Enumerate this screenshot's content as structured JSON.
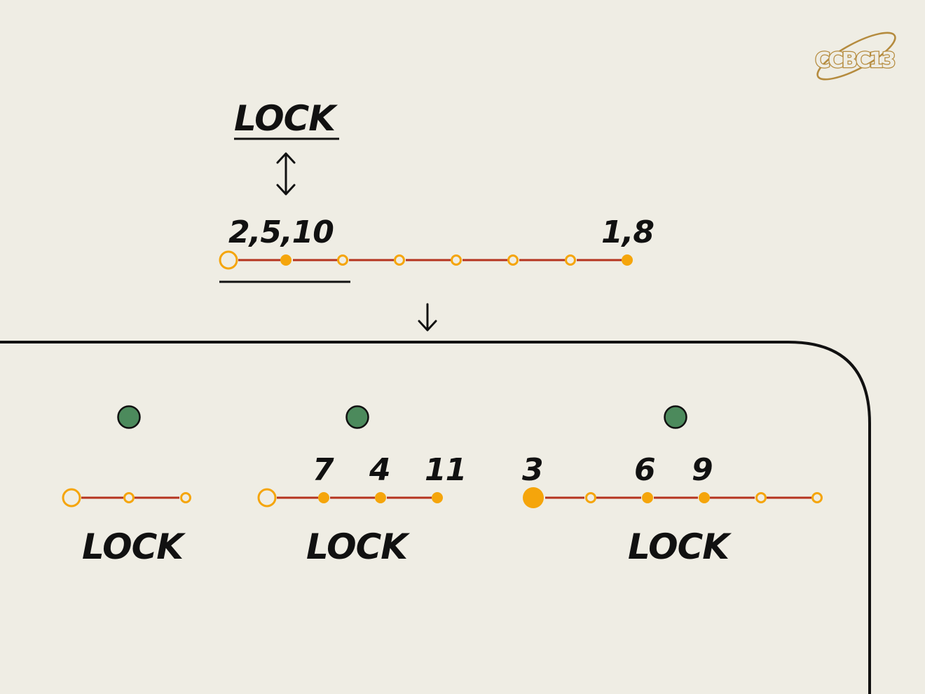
{
  "logo": {
    "text": "CCBC13"
  },
  "top": {
    "lock_label": "LOCK",
    "numbers_left": "2,5,10",
    "numbers_right": "1,8"
  },
  "bottom": {
    "groups": [
      {
        "lock_label": "LOCK",
        "numbers": []
      },
      {
        "lock_label": "LOCK",
        "numbers": [
          "7",
          "4",
          "11"
        ]
      },
      {
        "lock_label": "LOCK",
        "numbers": [
          "3",
          "6",
          "9"
        ]
      }
    ]
  },
  "colors": {
    "background": "#efede4",
    "line": "#b5341f",
    "node": "#f5a50b",
    "target": "#4c8a5c",
    "ink": "#111111",
    "logo": "#b58b3e"
  },
  "icons": [
    "double-arrow-icon",
    "down-arrow-icon",
    "target-dot-icon",
    "logo-icon"
  ]
}
